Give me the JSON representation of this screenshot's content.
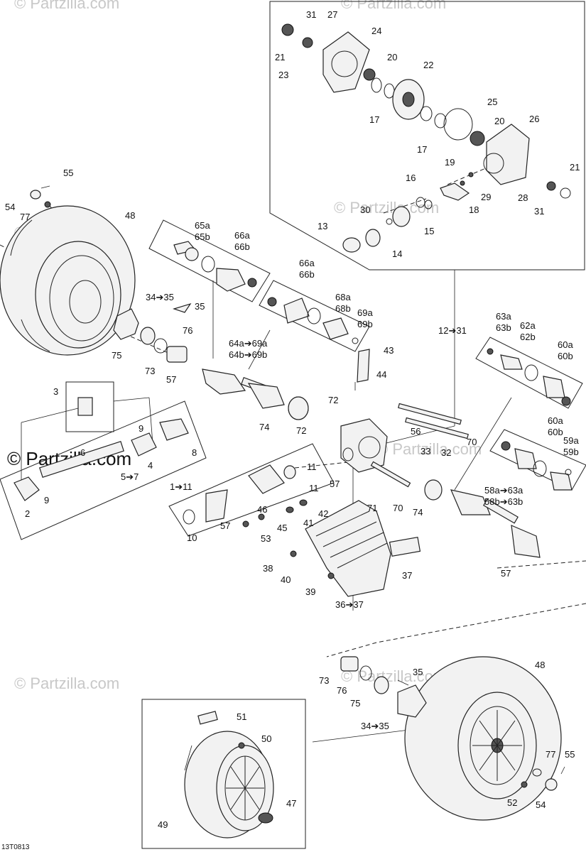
{
  "watermark": "© Partzilla.com",
  "diagram_code": "13T0813",
  "labels": {
    "l31a": "31",
    "l27": "27",
    "l24": "24",
    "l21a": "21",
    "l20a": "20",
    "l23": "23",
    "l22": "22",
    "l17a": "17",
    "l25": "25",
    "l20b": "20",
    "l26": "26",
    "l17b": "17",
    "l19": "19",
    "l21b": "21",
    "l16": "16",
    "l29": "29",
    "l28": "28",
    "l30": "30",
    "l18": "18",
    "l31b": "31",
    "l13": "13",
    "l15": "15",
    "l14": "14",
    "l55a": "55",
    "l54a": "54",
    "l77a": "77",
    "l48a": "48",
    "l65a": "65a",
    "l65b": "65b",
    "l66a": "66a",
    "l66b": "66b",
    "l66c": "66a",
    "l66d": "66b",
    "l68a": "68a",
    "l68b": "68b",
    "l69a": "69a",
    "l69b": "69b",
    "l34a": "34➔35",
    "l35a": "35",
    "l76a": "76",
    "l75a": "75",
    "l73a": "73",
    "l57a": "57",
    "l64a": "64a➔69a",
    "l64b": "64b➔69b",
    "l43": "43",
    "l44": "44",
    "l12": "12➔31",
    "l63a": "63a",
    "l63b": "63b",
    "l62a": "62a",
    "l62b": "62b",
    "l60a": "60a",
    "l60b": "60b",
    "l3": "3",
    "l9a": "9",
    "l9b": "9",
    "l6": "6",
    "l4": "4",
    "l8": "8",
    "l5": "5➔7",
    "l2": "2",
    "l111": "1➔11",
    "l72a": "72",
    "l72b": "72",
    "l74a": "74",
    "l56": "56",
    "l70a": "70",
    "l33": "33",
    "l32": "32",
    "l60c": "60a",
    "l60d": "60b",
    "l59a": "59a",
    "l59b": "59b",
    "l11a": "11",
    "l11b": "11",
    "l57b": "57",
    "l71": "71",
    "l70b": "70",
    "l74b": "74",
    "l58a": "58a➔63a",
    "l58b": "58b➔63b",
    "l46": "46",
    "l42": "42",
    "l41": "41",
    "l45": "45",
    "l10": "10",
    "l57c": "57",
    "l53": "53",
    "l38": "38",
    "l40": "40",
    "l39": "39",
    "l37": "37",
    "l3637": "36➔37",
    "l57d": "57",
    "l73b": "73",
    "l35b": "35",
    "l76b": "76",
    "l75b": "75",
    "l34b": "34➔35",
    "l48b": "48",
    "l51": "51",
    "l50": "50",
    "l47": "47",
    "l49": "49",
    "l77b": "77",
    "l55b": "55",
    "l52": "52",
    "l54b": "54"
  }
}
